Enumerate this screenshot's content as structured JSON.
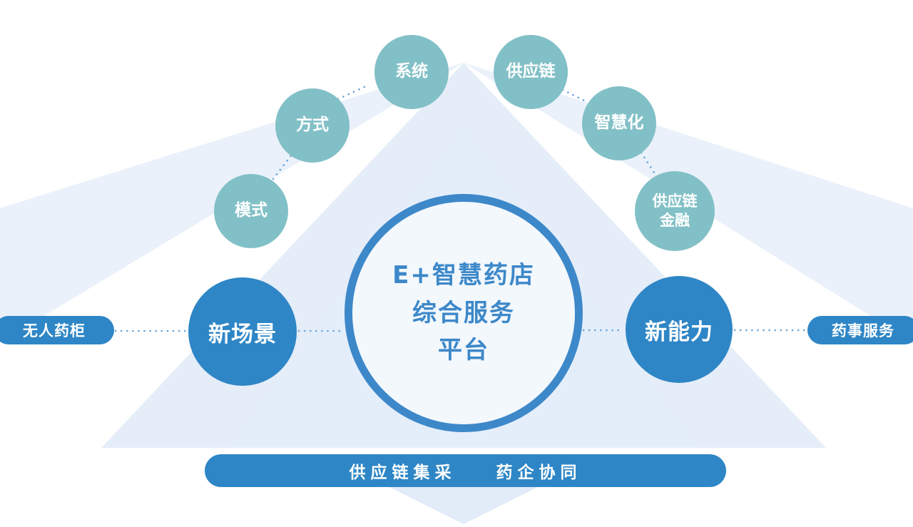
{
  "center": {
    "title": "E+智慧药店\n综合服务\n平台"
  },
  "left_node": {
    "label": "新场景"
  },
  "right_node": {
    "label": "新能力"
  },
  "left_pill": {
    "label": "无人药柜"
  },
  "right_pill": {
    "label": "药事服务"
  },
  "satellites": [
    {
      "label": "模式"
    },
    {
      "label": "方式"
    },
    {
      "label": "系统"
    },
    {
      "label": "供应链"
    },
    {
      "label": "智慧化"
    },
    {
      "label": "供应链\n金融"
    }
  ],
  "bottom_bar": {
    "items": [
      {
        "label": "供应链集采"
      },
      {
        "label": "药企协同"
      }
    ]
  },
  "colors": {
    "primary_blue": "#2e86c6",
    "ring_blue": "#3d88c9",
    "teal": "#82c0c7",
    "light_blue": "#cfdff3",
    "lighter_blue": "#e4eefb",
    "dotted_line": "#6ba4d9",
    "center_fill": "#f3f8fd",
    "white": "#ffffff"
  }
}
